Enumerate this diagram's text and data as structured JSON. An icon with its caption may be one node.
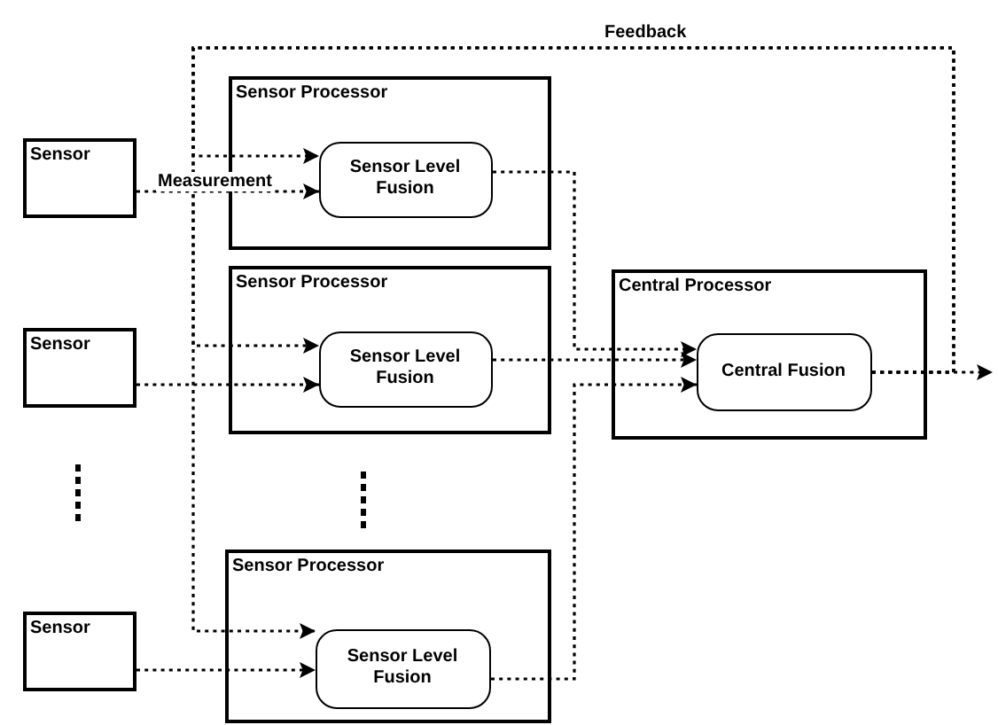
{
  "diagram": {
    "nodes": [
      {
        "text": [
          "Sensor"
        ]
      },
      {
        "text": [
          "Sensor Processor"
        ]
      },
      {
        "text": [
          "Sensor Level Fusion"
        ],
        "in": 1
      },
      {
        "text": [
          "Sensor"
        ]
      },
      {
        "text": [
          "Sensor Processor"
        ]
      },
      {
        "text": [
          "Sensor Level Fusion"
        ],
        "in": 4
      },
      {
        "text": [
          "Central Processor"
        ]
      },
      {
        "text": [
          "Central Fusion"
        ],
        "in": 6
      },
      {
        "text": [
          "Sensor"
        ]
      },
      {
        "text": [
          "Sensor Processor"
        ]
      },
      {
        "text": [
          "Sensor Level Fusion"
        ],
        "in": 9
      }
    ],
    "edges": [
      {
        "from": 0,
        "to": 2,
        "arrow": "to",
        "label": "Measurement"
      },
      {
        "from": 3,
        "to": 5,
        "arrow": "to"
      },
      {
        "from": 8,
        "to": 10,
        "arrow": "to"
      },
      {
        "from": 2,
        "to": 7,
        "arrow": "to"
      },
      {
        "from": 5,
        "to": 7,
        "arrow": "to"
      },
      {
        "from": 10,
        "to": 7,
        "arrow": "to"
      },
      {
        "from": 7,
        "to": 2,
        "arrow": "to",
        "label": "Feedback"
      },
      {
        "from": 7,
        "to": 5,
        "arrow": "to"
      },
      {
        "from": 7,
        "to": 10,
        "arrow": "to"
      },
      {
        "from": 7,
        "to": null,
        "arrow": "to"
      }
    ]
  }
}
